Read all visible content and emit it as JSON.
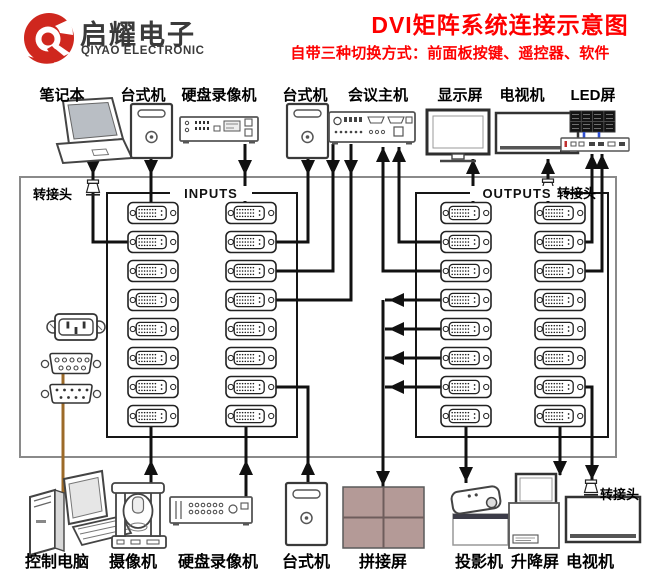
{
  "brand": {
    "name_cn": "启耀电子",
    "name_en": "QIYAO ELECTRONIC"
  },
  "title": {
    "main": "DVI矩阵系统连接示意图",
    "subtitle": "自带三种切换方式：前面板按键、遥控器、软件"
  },
  "matrix": {
    "inputs_label": "INPUTS",
    "outputs_label": "OUTPUTS",
    "input_ports": 16,
    "output_ports": 16,
    "port_type": "DVI",
    "rear_connectors": [
      "电源插座",
      "RS232串口(母)",
      "RS232串口(公)"
    ]
  },
  "adapters": [
    {
      "label": "转接头"
    },
    {
      "label": "转接头"
    },
    {
      "label": "转接头"
    }
  ],
  "top_devices": [
    {
      "label": "笔记本",
      "role": "input"
    },
    {
      "label": "台式机",
      "role": "input"
    },
    {
      "label": "硬盘录像机",
      "role": "input"
    },
    {
      "label": "台式机",
      "role": "input"
    },
    {
      "label": "会议主机",
      "role": "input+output"
    },
    {
      "label": "显示屏",
      "role": "output"
    },
    {
      "label": "电视机",
      "role": "output"
    },
    {
      "label": "LED屏",
      "role": "output"
    }
  ],
  "bottom_devices": [
    {
      "label": "控制电脑",
      "role": "control"
    },
    {
      "label": "摄像机",
      "role": "input"
    },
    {
      "label": "硬盘录像机",
      "role": "input"
    },
    {
      "label": "台式机",
      "role": "input"
    },
    {
      "label": "拼接屏",
      "role": "output"
    },
    {
      "label": "投影机",
      "role": "output"
    },
    {
      "label": "升降屏",
      "role": "output"
    },
    {
      "label": "电视机",
      "role": "output"
    }
  ],
  "connections": [
    "笔记本 →(转接头)→ INPUT",
    "台式机 → INPUT",
    "硬盘录像机 → INPUT",
    "台式机 → INPUT",
    "会议主机 → INPUT ×2",
    "OUTPUT ×2 → 会议主机",
    "OUTPUT → 显示屏",
    "OUTPUT →(转接头)→ 电视机(上)",
    "OUTPUT ×2 → LED屏",
    "摄像机 → INPUT",
    "硬盘录像机(下) → INPUT",
    "台式机(下) → INPUT",
    "OUTPUT ×4 → 拼接屏",
    "OUTPUT → 投影机",
    "OUTPUT → 升降屏",
    "OUTPUT →(转接头)→ 电视机(下)",
    "控制电脑 → RS232串口(棕色串口线)"
  ],
  "colors": {
    "accent_red": "#fe0000",
    "logo_red": "#cf271e",
    "line_black": "#111111",
    "serial_brown": "#9c6a28",
    "led_link_blue": "#3050d0",
    "wall_panel": "#b49a97",
    "outer_box_gray": "#8a8a8a"
  }
}
